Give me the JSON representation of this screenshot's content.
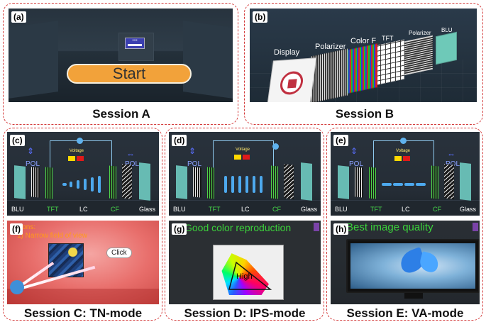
{
  "captions": {
    "a": "Session A",
    "b": "Session B",
    "c": "Session C: TN-mode",
    "d": "Session D: IPS-mode",
    "e": "Session E: VA-mode"
  },
  "tags": {
    "a": "(a)",
    "b": "(b)",
    "c": "(c)",
    "d": "(d)",
    "e": "(e)",
    "f": "(f)",
    "g": "(g)",
    "h": "(h)"
  },
  "panel_a": {
    "start_label": "Start"
  },
  "panel_b": {
    "layers": [
      "Display",
      "Polarizer",
      "Color F",
      "TFT",
      "Polarizer",
      "BLU"
    ]
  },
  "lc_panels": {
    "pol_label": "POL",
    "voltage_label": "Voltage",
    "blu_label": "BLU",
    "tft_label": "TFT",
    "lc_label": "LC",
    "cf_label": "CF",
    "glass_label": "Glass"
  },
  "panel_f": {
    "cons_line1": "Cons:",
    "cons_line2": "1) Narrow field of view",
    "click_label": "Click"
  },
  "panel_g": {
    "title": "Good color reproduction",
    "high_label": "High"
  },
  "panel_h": {
    "title": "Best image quality"
  },
  "colors": {
    "dashed_border": "#d43c3c",
    "start_button": "#f2a23a",
    "green_text": "#3bd13b",
    "pol_blue": "#8aa0ff"
  },
  "icons": {
    "pol_arrows": "double-arrow-icon"
  }
}
